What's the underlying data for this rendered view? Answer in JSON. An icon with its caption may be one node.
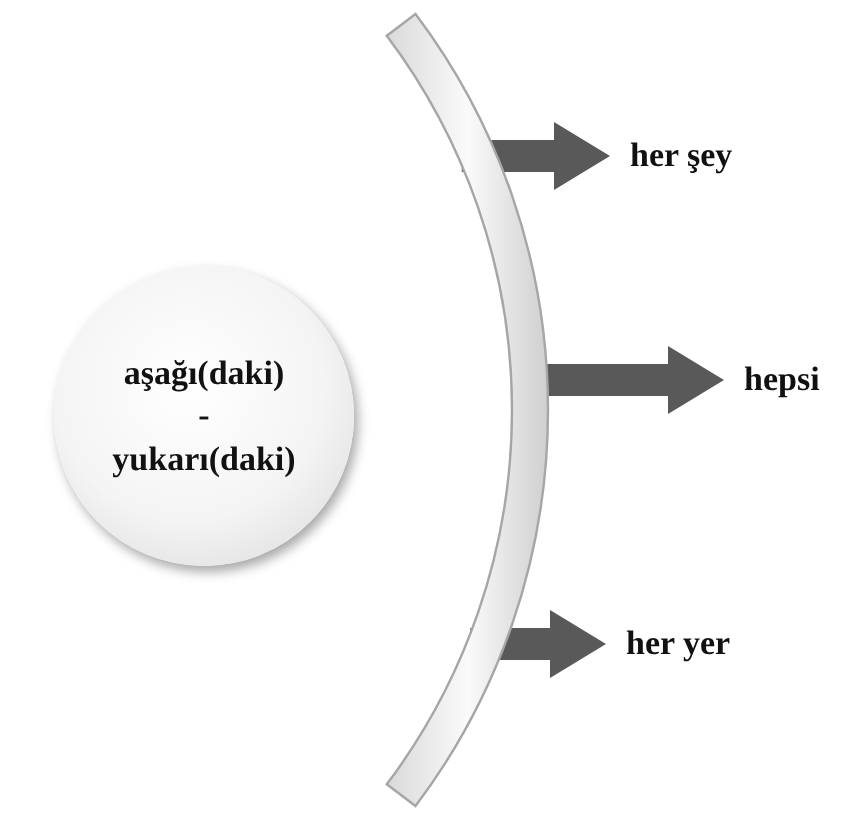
{
  "diagram": {
    "nodes": [
      {
        "text": [
          "aşağı(daki)",
          "-",
          "yukarı(daki)"
        ]
      },
      {
        "text": [],
        "shape": "arc"
      },
      {
        "text": [
          "her şey"
        ]
      },
      {
        "text": [
          "hepsi"
        ]
      },
      {
        "text": [
          "her yer"
        ]
      }
    ],
    "edges": [
      {
        "from": 1,
        "to": 2,
        "arrow": "to"
      },
      {
        "from": 1,
        "to": 3,
        "arrow": "to"
      },
      {
        "from": 1,
        "to": 4,
        "arrow": "to"
      }
    ]
  }
}
